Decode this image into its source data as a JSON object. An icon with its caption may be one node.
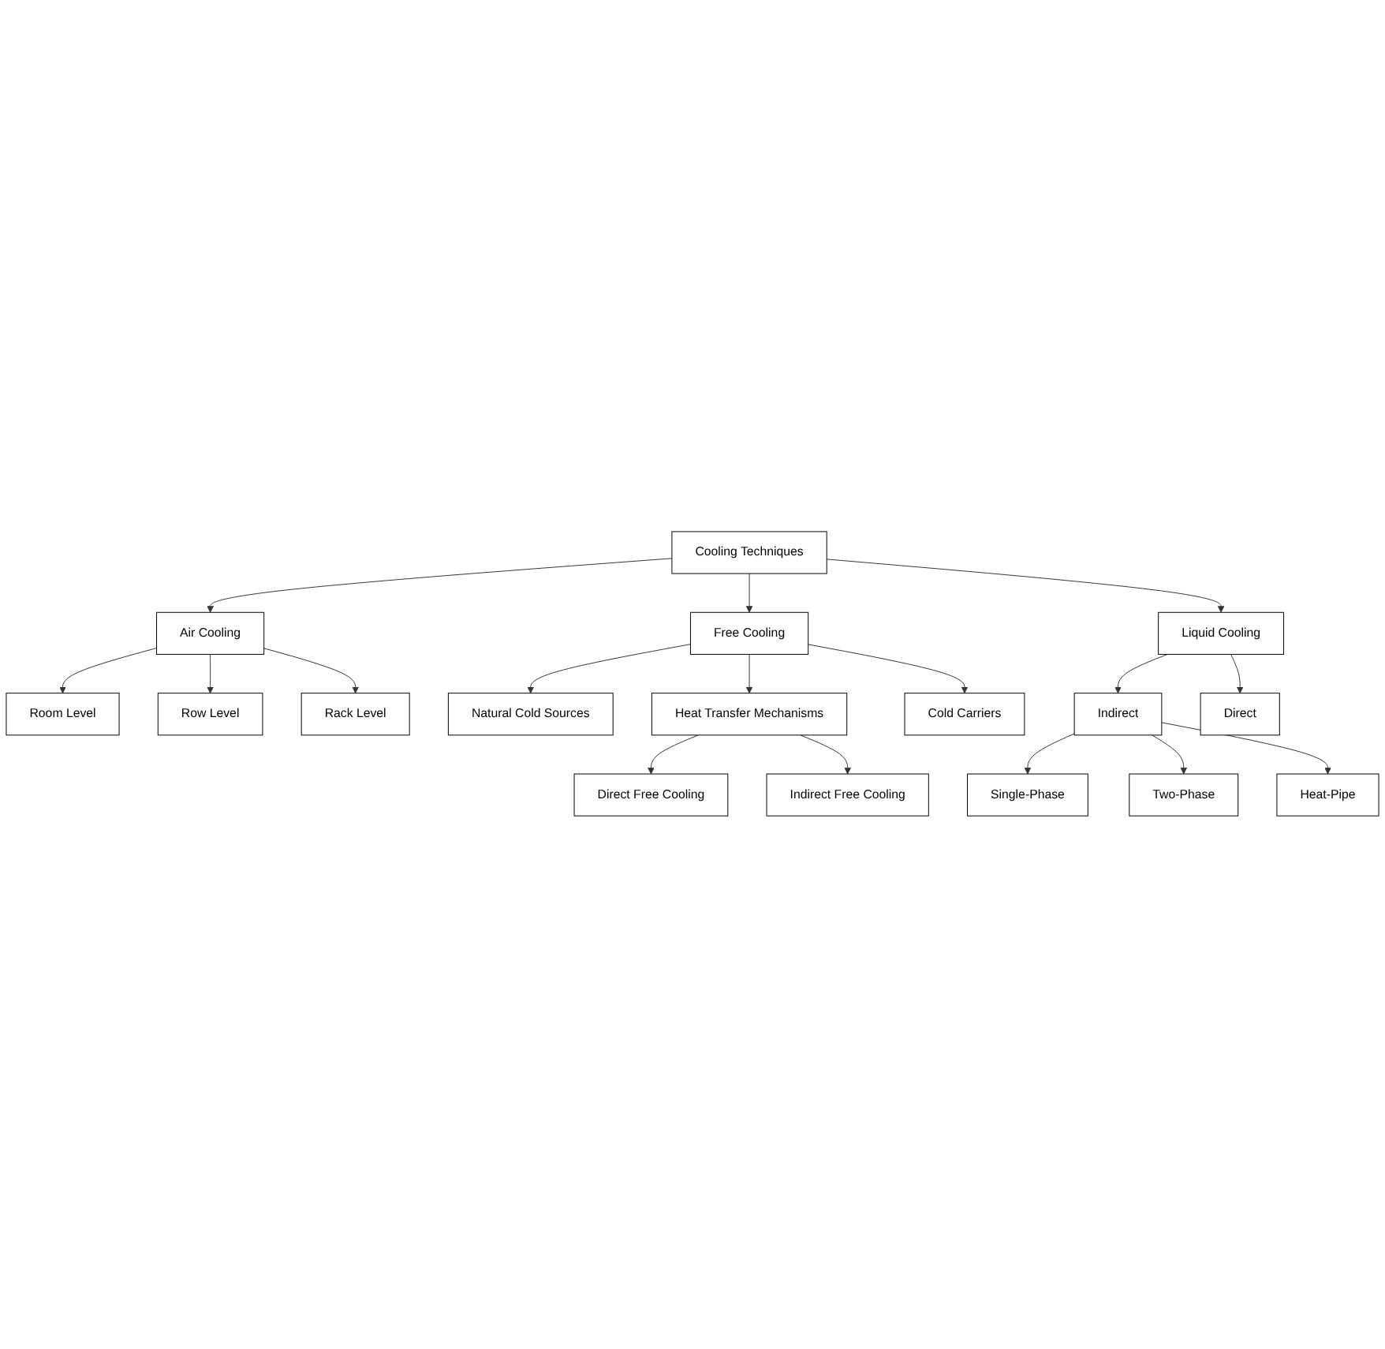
{
  "diagram": {
    "nodes": [
      {
        "text": [
          "Cooling Techniques"
        ]
      },
      {
        "text": [
          "Air Cooling"
        ]
      },
      {
        "text": [
          "Free Cooling"
        ]
      },
      {
        "text": [
          "Liquid Cooling"
        ]
      },
      {
        "text": [
          "Room Level"
        ]
      },
      {
        "text": [
          "Row Level"
        ]
      },
      {
        "text": [
          "Rack Level"
        ]
      },
      {
        "text": [
          "Natural Cold Sources"
        ]
      },
      {
        "text": [
          "Heat Transfer Mechanisms"
        ]
      },
      {
        "text": [
          "Direct Free Cooling"
        ]
      },
      {
        "text": [
          "Indirect Free Cooling"
        ]
      },
      {
        "text": [
          "Cold Carriers"
        ]
      },
      {
        "text": [
          "Indirect"
        ]
      },
      {
        "text": [
          "Single-Phase"
        ]
      },
      {
        "text": [
          "Two-Phase"
        ]
      },
      {
        "text": [
          "Heat-Pipe"
        ]
      },
      {
        "text": [
          "Direct"
        ]
      }
    ],
    "edges": [
      {
        "from": 0,
        "to": 1,
        "arrow": "to"
      },
      {
        "from": 0,
        "to": 2,
        "arrow": "to"
      },
      {
        "from": 0,
        "to": 3,
        "arrow": "to"
      },
      {
        "from": 1,
        "to": 4,
        "arrow": "to"
      },
      {
        "from": 1,
        "to": 5,
        "arrow": "to"
      },
      {
        "from": 1,
        "to": 6,
        "arrow": "to"
      },
      {
        "from": 2,
        "to": 7,
        "arrow": "to"
      },
      {
        "from": 2,
        "to": 8,
        "arrow": "to"
      },
      {
        "from": 8,
        "to": 9,
        "arrow": "to"
      },
      {
        "from": 8,
        "to": 10,
        "arrow": "to"
      },
      {
        "from": 2,
        "to": 11,
        "arrow": "to"
      },
      {
        "from": 3,
        "to": 12,
        "arrow": "to"
      },
      {
        "from": 12,
        "to": 13,
        "arrow": "to"
      },
      {
        "from": 12,
        "to": 14,
        "arrow": "to"
      },
      {
        "from": 12,
        "to": 15,
        "arrow": "to"
      },
      {
        "from": 3,
        "to": 16,
        "arrow": "to"
      }
    ]
  }
}
